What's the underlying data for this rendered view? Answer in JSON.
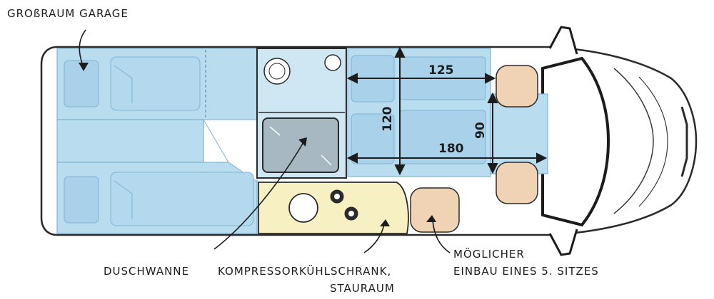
{
  "labels": {
    "garage": "GROßRAUM GARAGE",
    "shower": "DUSCHWANNE",
    "fridge_line1": "KOMPRESSORKÜHLSCHRANK,",
    "fridge_line2": "STAURAUM",
    "seat_line1": "MÖGLICHER",
    "seat_line2": "EINBAU EINES 5. SITZES"
  },
  "dimensions": {
    "width_top": "125",
    "length_bottom": "180",
    "height_left": "120",
    "height_right": "90"
  },
  "colors": {
    "bed": "#b9dcef",
    "bed_line": "#7fb3d3",
    "bath": "#cfe7f2",
    "kitchen": "#f7f0c3",
    "seat": "#f0d2b4",
    "outline": "#2a2a2a",
    "floor": "#ffffff"
  }
}
